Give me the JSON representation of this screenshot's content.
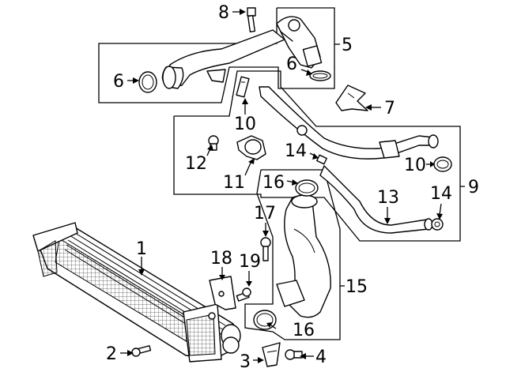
{
  "callouts": {
    "c1": "1",
    "c2": "2",
    "c3": "3",
    "c4": "4",
    "c5": "5",
    "c6a": "6",
    "c6b": "6",
    "c7": "7",
    "c8": "8",
    "c9": "9",
    "c10a": "10",
    "c10b": "10",
    "c11": "11",
    "c12": "12",
    "c13": "13",
    "c14a": "14",
    "c14b": "14",
    "c15": "15",
    "c16a": "16",
    "c16b": "16",
    "c17": "17",
    "c18": "18",
    "c19": "19"
  }
}
